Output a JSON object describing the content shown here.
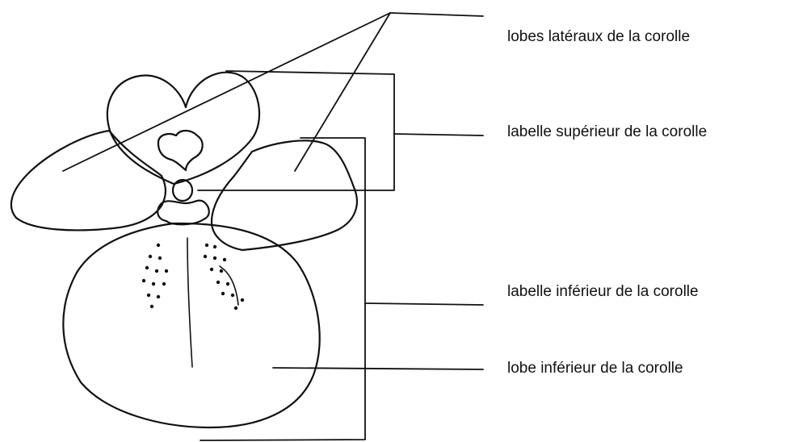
{
  "diagram": {
    "labels": [
      {
        "id": "lateral-lobes",
        "text": "lobes latéraux de la corolle"
      },
      {
        "id": "upper-labellum",
        "text": "labelle supérieur de la corolle"
      },
      {
        "id": "lower-labellum",
        "text": "labelle inférieur de la corolle"
      },
      {
        "id": "lower-lobe",
        "text": "lobe inférieur de la corolle"
      }
    ],
    "colors": {
      "ink": "#111111",
      "background": "#ffffff"
    }
  }
}
